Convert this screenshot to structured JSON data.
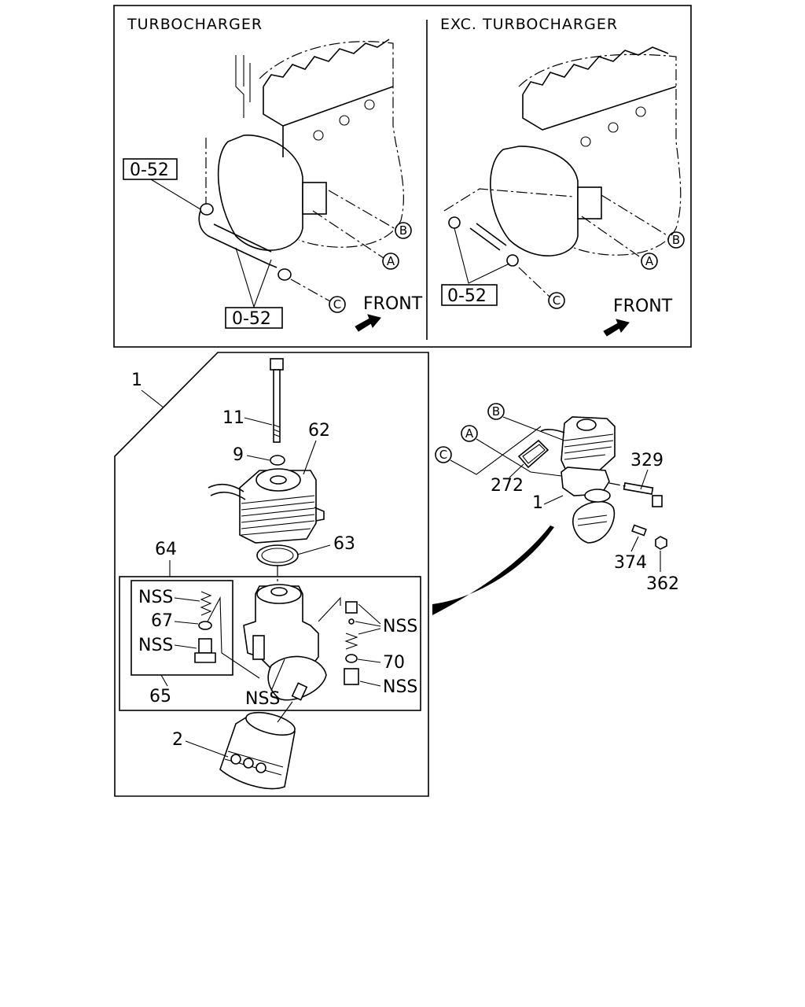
{
  "top_panel": {
    "left_title": "TURBOCHARGER",
    "right_title": "EXC. TURBOCHARGER",
    "left_ref_upper": "0-52",
    "left_ref_lower": "0-52",
    "right_ref": "0-52",
    "left_front": "FRONT",
    "right_front": "FRONT",
    "markers": {
      "a": "A",
      "b": "B",
      "c": "C"
    }
  },
  "assembly": {
    "callout_1": "1",
    "callout_11": "11",
    "callout_9": "9",
    "callout_62": "62",
    "callout_63": "63",
    "callout_64": "64",
    "callout_65": "65",
    "callout_67": "67",
    "callout_70": "70",
    "callout_2": "2",
    "nss": "NSS"
  },
  "mount": {
    "callout_329": "329",
    "callout_272": "272",
    "callout_1": "1",
    "callout_374": "374",
    "callout_362": "362",
    "markers": {
      "a": "A",
      "b": "B",
      "c": "C"
    }
  }
}
